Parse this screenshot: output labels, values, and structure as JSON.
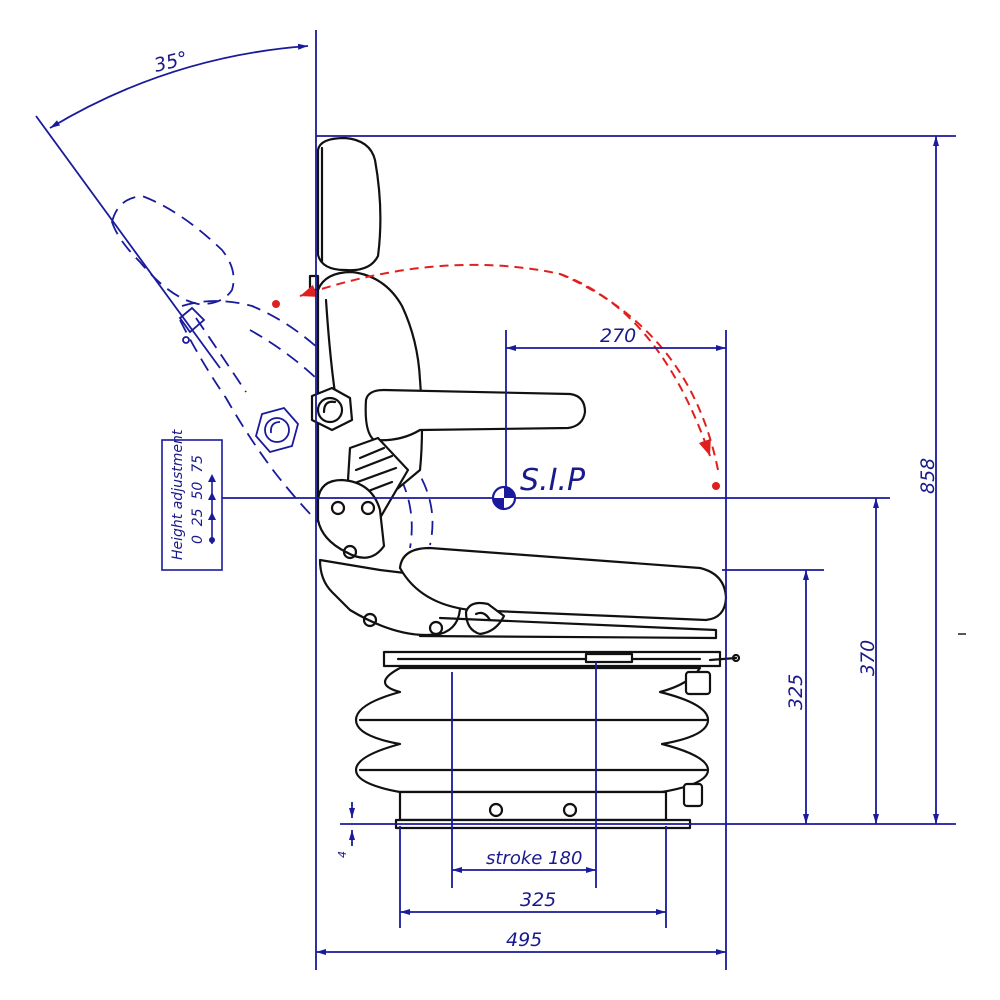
{
  "angle_label": "35°",
  "sip_label": "S.I.P",
  "dimensions": {
    "overall_height": "858",
    "sip_offset": "270",
    "sip_height": "370",
    "seat_height": "325",
    "stroke": "stroke 180",
    "base_width": "325",
    "overall_depth": "495",
    "base_thickness": "4"
  },
  "height_adjustment": {
    "title": "Height adjustment",
    "scale": "0  25  50  75"
  },
  "colors": {
    "outline": "#111111",
    "dimension": "#1a1a9c",
    "arc": "#e02020"
  }
}
